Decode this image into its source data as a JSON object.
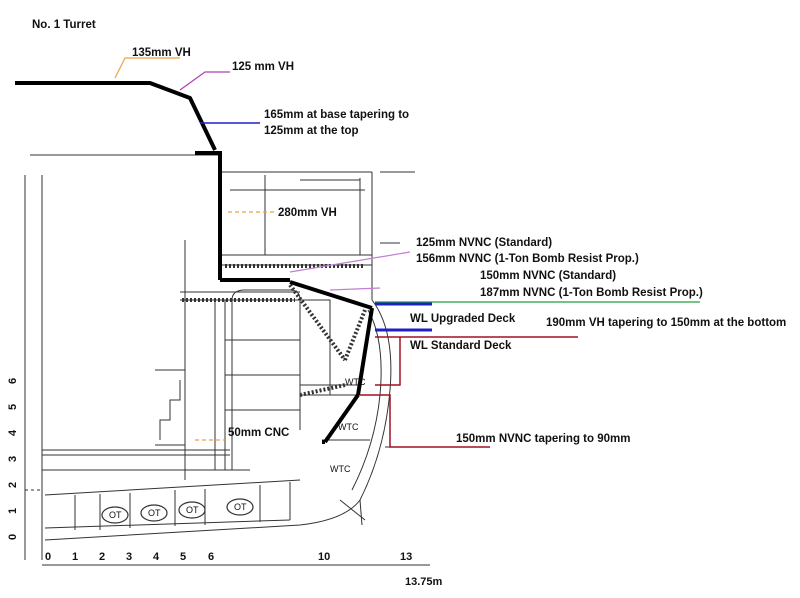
{
  "title": "No. 1 Turret",
  "armor": {
    "turret_roof_front": "135mm VH",
    "turret_roof_slope": "125 mm VH",
    "turret_face_1": "165mm at base tapering to",
    "turret_face_2": "125mm at the top",
    "barbette": "280mm VH",
    "deck_std_1": "125mm NVNC (Standard)",
    "deck_bomb_1": "156mm NVNC (1-Ton Bomb Resist Prop.)",
    "deck_std_2": "150mm NVNC (Standard)",
    "deck_bomb_2": "187mm NVNC (1-Ton Bomb Resist Prop.)",
    "belt": "190mm VH tapering to 150mm at the bottom",
    "lower_belt": "150mm NVNC tapering to 90mm",
    "cnc": "50mm CNC"
  },
  "waterlines": {
    "upgraded": "WL  Upgraded Deck",
    "standard": "WL  Standard Deck"
  },
  "compartments": {
    "wtc": "WTC",
    "ot": "OT"
  },
  "axes": {
    "x_ticks": [
      "0",
      "1",
      "2",
      "3",
      "4",
      "5",
      "6",
      "10",
      "13"
    ],
    "x_end": "13.75m",
    "y_ticks": [
      "0",
      "1",
      "2",
      "3",
      "4",
      "5",
      "6"
    ]
  },
  "colors": {
    "armor": "#000000",
    "orange": "#f0a040",
    "purple": "#b040b0",
    "blue": "#2020c0",
    "darkred": "#a01020",
    "pink": "#c080d0",
    "green": "#20a040",
    "structure": "#333333"
  }
}
